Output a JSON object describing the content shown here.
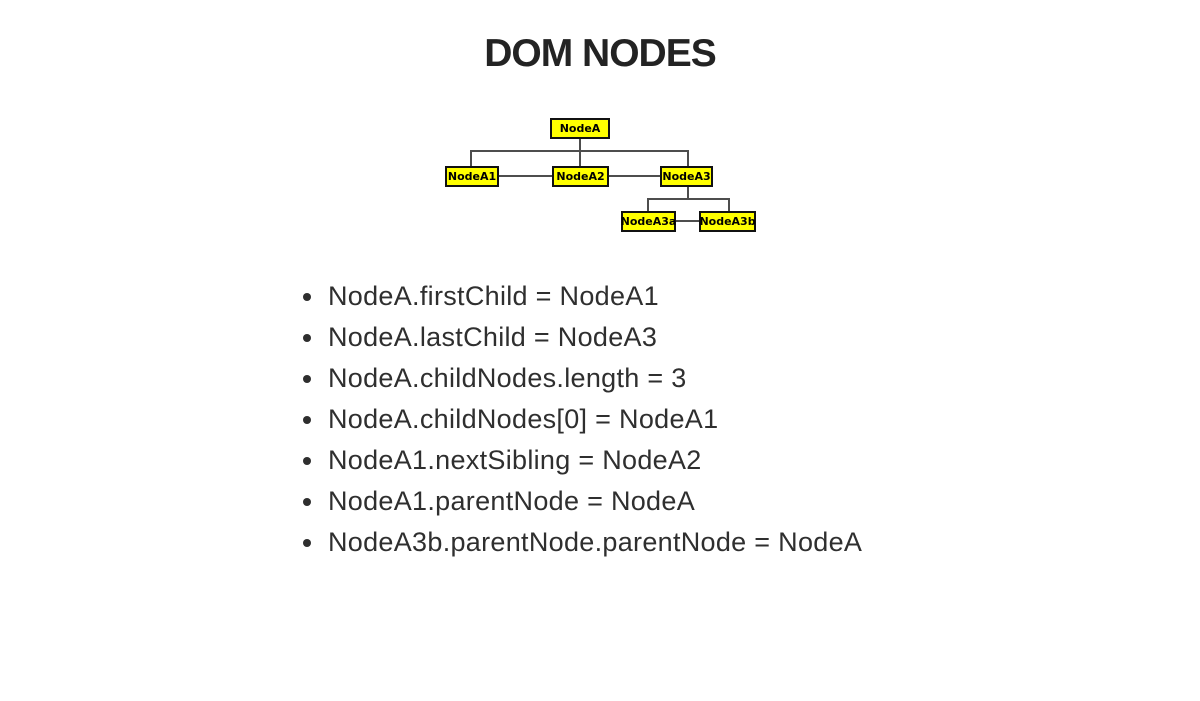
{
  "slide": {
    "title": "DOM NODES",
    "background_color": "#ffffff",
    "text_color": "#2f2f2f"
  },
  "tree": {
    "fill_color": "#ffff00",
    "border_color": "#111111",
    "line_color": "#4d4d4d",
    "root": {
      "label": "NodeA",
      "children": [
        {
          "label": "NodeA1",
          "children": []
        },
        {
          "label": "NodeA2",
          "children": []
        },
        {
          "label": "NodeA3",
          "children": [
            {
              "label": "NodeA3a",
              "children": []
            },
            {
              "label": "NodeA3b",
              "children": []
            }
          ]
        }
      ]
    }
  },
  "relations": {
    "items": [
      "NodeA.firstChild = NodeA1",
      "NodeA.lastChild = NodeA3",
      "NodeA.childNodes.length = 3",
      "NodeA.childNodes[0] = NodeA1",
      "NodeA1.nextSibling = NodeA2",
      "NodeA1.parentNode = NodeA",
      "NodeA3b.parentNode.parentNode = NodeA"
    ]
  }
}
